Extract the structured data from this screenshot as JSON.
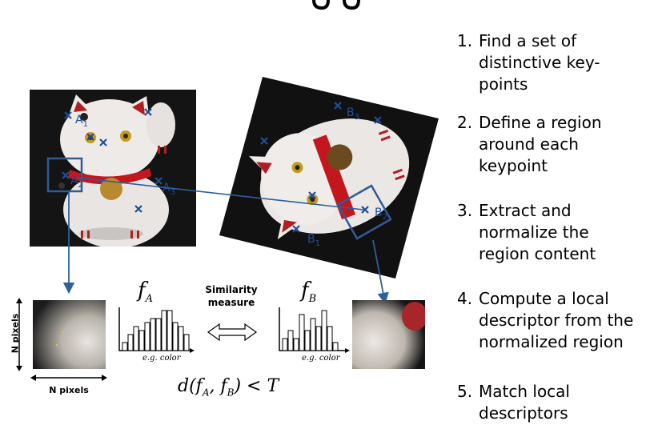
{
  "steps": [
    {
      "num": "1.",
      "text": "Find a set of distinctive key-points"
    },
    {
      "num": "2.",
      "text": "Define a region around each keypoint"
    },
    {
      "num": "3.",
      "text": "Extract and normalize the region content"
    },
    {
      "num": "4.",
      "text": "Compute a local descriptor from the normalized region"
    },
    {
      "num": "5.",
      "text": "Match local descriptors"
    }
  ],
  "keypoints_left": {
    "a1": "A",
    "a1_sub": "1",
    "a2": "A",
    "a2_sub": "2",
    "a3": "A",
    "a3_sub": "3"
  },
  "keypoints_right": {
    "b1": "B",
    "b1_sub": "1",
    "b2": "B",
    "b2_sub": "2",
    "b3": "B",
    "b3_sub": "3"
  },
  "similarity": {
    "line1": "Similarity",
    "line2": "measure"
  },
  "descriptors": {
    "fa_main": "f",
    "fa_sub": "A",
    "fb_main": "f",
    "fb_sub": "B",
    "eg_label": "e.g. color"
  },
  "patch_axis": {
    "vertical": "N pixels",
    "horizontal": "N pixels"
  },
  "formula": "d(fA, fB) < T",
  "histogram_a": [
    2,
    4,
    6,
    5,
    7,
    8,
    8,
    10,
    10,
    7,
    6,
    4
  ],
  "histogram_b": [
    3,
    5,
    3,
    9,
    5,
    8,
    6,
    10,
    6,
    2
  ],
  "colors": {
    "marker": "#1f4e9c",
    "box": "#2f5b96",
    "line": "#2c5f9e"
  }
}
